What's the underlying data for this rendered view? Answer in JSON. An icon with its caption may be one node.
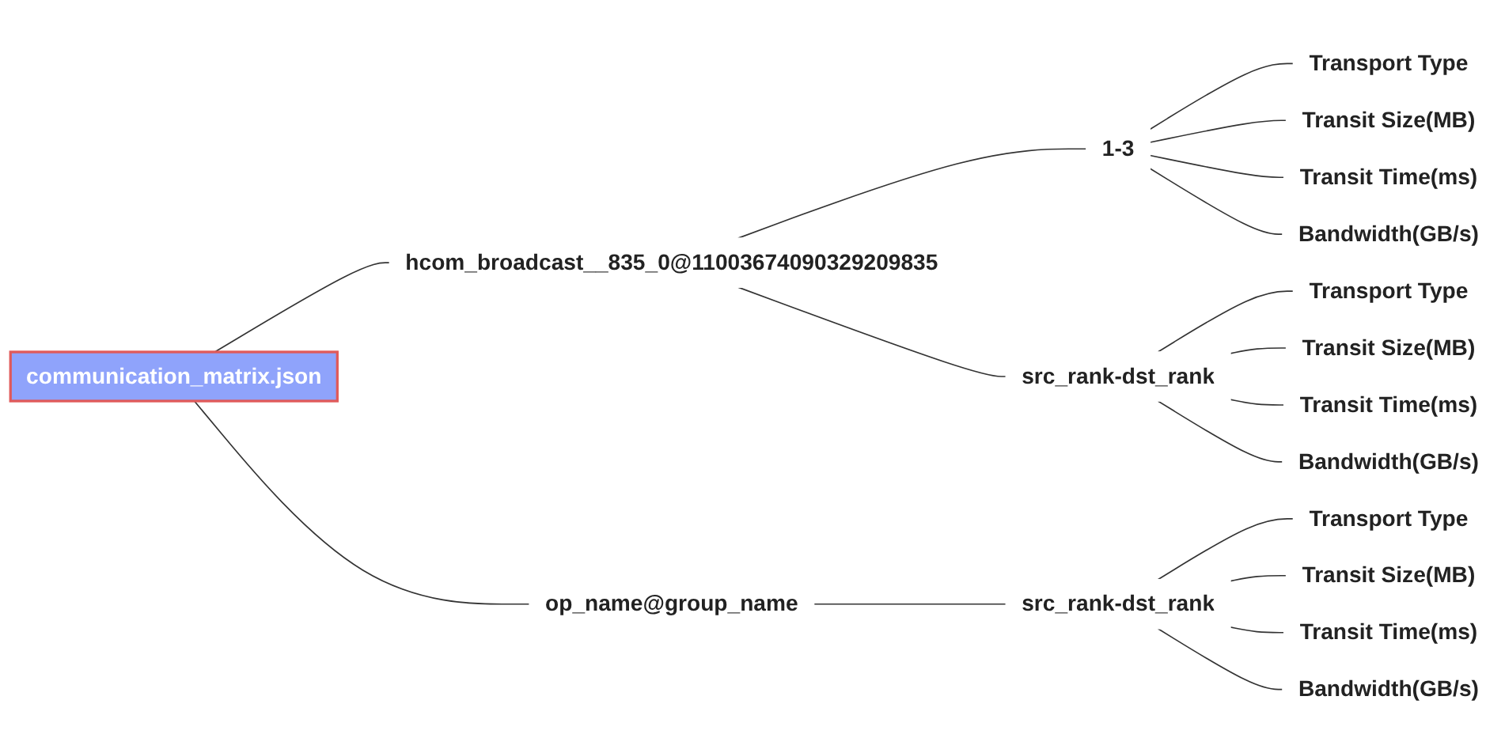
{
  "diagram": {
    "nodes": [
      {
        "text": [
          "communication_matrix.json"
        ]
      },
      {
        "text": [
          "hcom_broadcast__835_0@11003674090329209835"
        ]
      },
      {
        "text": [
          "1-3"
        ]
      },
      {
        "text": [
          "Transport Type"
        ]
      },
      {
        "text": [
          "Transit Size(MB)"
        ]
      },
      {
        "text": [
          "Transit Time(ms)"
        ]
      },
      {
        "text": [
          "Bandwidth(GB/s)"
        ]
      },
      {
        "text": [
          "src_rank-dst_rank"
        ]
      },
      {
        "text": [
          "Transport Type"
        ]
      },
      {
        "text": [
          "Transit Size(MB)"
        ]
      },
      {
        "text": [
          "Transit Time(ms)"
        ]
      },
      {
        "text": [
          "Bandwidth(GB/s)"
        ]
      },
      {
        "text": [
          "op_name@group_name"
        ]
      },
      {
        "text": [
          "src_rank-dst_rank"
        ]
      },
      {
        "text": [
          "Transport Type"
        ]
      },
      {
        "text": [
          "Transit Size(MB)"
        ]
      },
      {
        "text": [
          "Transit Time(ms)"
        ]
      },
      {
        "text": [
          "Bandwidth(GB/s)"
        ]
      }
    ],
    "edges": [
      {
        "from": 0,
        "to": 1,
        "arrow": "none"
      },
      {
        "from": 1,
        "to": 2,
        "arrow": "none"
      },
      {
        "from": 2,
        "to": 3,
        "arrow": "none"
      },
      {
        "from": 2,
        "to": 4,
        "arrow": "none"
      },
      {
        "from": 2,
        "to": 5,
        "arrow": "none"
      },
      {
        "from": 2,
        "to": 6,
        "arrow": "none"
      },
      {
        "from": 1,
        "to": 7,
        "arrow": "none"
      },
      {
        "from": 7,
        "to": 8,
        "arrow": "none"
      },
      {
        "from": 7,
        "to": 9,
        "arrow": "none"
      },
      {
        "from": 7,
        "to": 10,
        "arrow": "none"
      },
      {
        "from": 7,
        "to": 11,
        "arrow": "none"
      },
      {
        "from": 0,
        "to": 12,
        "arrow": "none"
      },
      {
        "from": 12,
        "to": 13,
        "arrow": "none"
      },
      {
        "from": 13,
        "to": 14,
        "arrow": "none"
      },
      {
        "from": 13,
        "to": 15,
        "arrow": "none"
      },
      {
        "from": 13,
        "to": 16,
        "arrow": "none"
      },
      {
        "from": 13,
        "to": 17,
        "arrow": "none"
      }
    ]
  }
}
